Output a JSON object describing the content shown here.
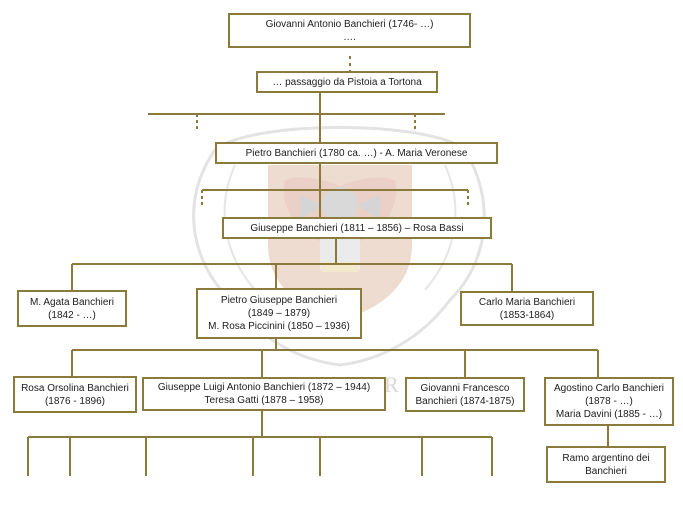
{
  "colors": {
    "line": "#8a7a3c",
    "dash": "#8a7a3c",
    "text": "#1c1c1c"
  },
  "nodes": {
    "giovanni_antonio": {
      "lines": [
        "Giovanni Antonio Banchieri (1746- …)",
        "…."
      ]
    },
    "passaggio": {
      "lines": [
        "… passaggio da Pistoia a Tortona"
      ]
    },
    "pietro": {
      "lines": [
        "Pietro Banchieri  (1780 ca. …) - A. Maria Veronese"
      ]
    },
    "giuseppe": {
      "lines": [
        "Giuseppe Banchieri (1811 – 1856) – Rosa Bassi"
      ]
    },
    "agata": {
      "lines": [
        "M. Agata Banchieri",
        "(1842 - …)"
      ]
    },
    "pietro_giuseppe": {
      "lines": [
        "Pietro Giuseppe Banchieri",
        "(1849 – 1879)",
        "M. Rosa Piccinini (1850 – 1936)"
      ]
    },
    "carlo_maria": {
      "lines": [
        "Carlo Maria Banchieri",
        "(1853-1864)"
      ]
    },
    "rosa_orsolina": {
      "lines": [
        "Rosa Orsolina Banchieri",
        "(1876 - 1896)"
      ]
    },
    "giuseppe_luigi": {
      "lines": [
        "Giuseppe Luigi Antonio Banchieri (1872 – 1944)",
        "Teresa Gatti (1878 – 1958)"
      ]
    },
    "giovanni_francesco": {
      "lines": [
        "Giovanni Francesco",
        "Banchieri (1874-1875)"
      ]
    },
    "agostino": {
      "lines": [
        "Agostino Carlo Banchieri",
        "(1878 - …)",
        "Maria Davini (1885 - …)"
      ]
    },
    "ramo": {
      "lines": [
        "Ramo argentino dei",
        "Banchieri"
      ]
    }
  },
  "watermark": {
    "text": "R"
  }
}
